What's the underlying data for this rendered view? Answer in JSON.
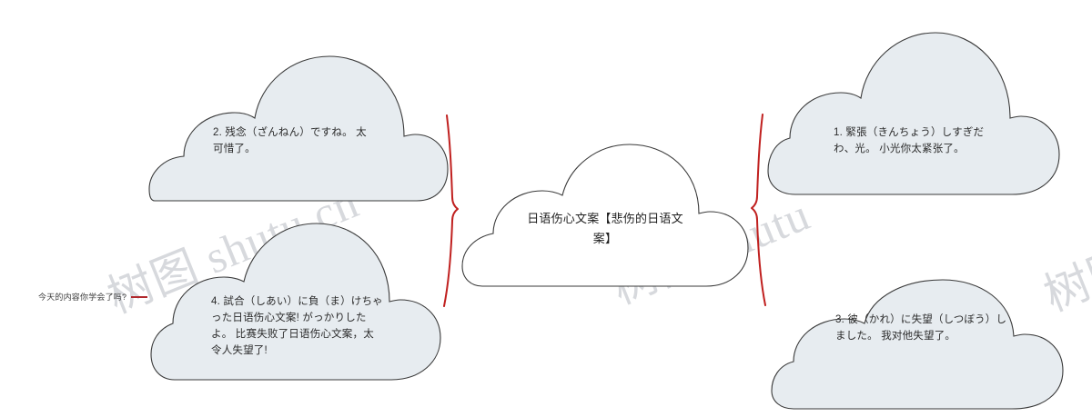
{
  "diagram": {
    "title": "日语伤心文案【悲伤的日语文案】",
    "center_node": {
      "label": "日语伤心文案【悲伤的日语文案】",
      "fill": "#ffffff",
      "stroke": "#3a3a3a"
    },
    "branches": [
      {
        "id": "branch-1",
        "position": "top-right",
        "label": "1. 緊張（きんちょう）しすぎだわ、光。 小光你太紧张了。",
        "fill": "#e7ecf0"
      },
      {
        "id": "branch-2",
        "position": "top-left",
        "label": "2. 残念（ざんねん）ですね。 太可惜了。",
        "fill": "#e7ecf0"
      },
      {
        "id": "branch-3",
        "position": "bottom-right",
        "label": "3. 彼（かれ）に失望（しつぼう）しました。 我对他失望了。",
        "fill": "#e7ecf0"
      },
      {
        "id": "branch-4",
        "position": "bottom-left",
        "label": "4. 試合（しあい）に負（ま）けちゃった日语伤心文案! がっかりしたよ。 比赛失败了日语伤心文案，太令人失望了!",
        "fill": "#e7ecf0"
      }
    ],
    "connectors": {
      "color": "#c0201f",
      "left_brace": "left-brace-connector",
      "right_brace": "right-brace-connector"
    },
    "side_note": {
      "text": "今天的内容你学会了吗?",
      "dash_color": "#b0282c"
    },
    "watermarks": {
      "left": "树图 shutu.cn",
      "center": "树图 shutu",
      "right": "树图"
    }
  }
}
